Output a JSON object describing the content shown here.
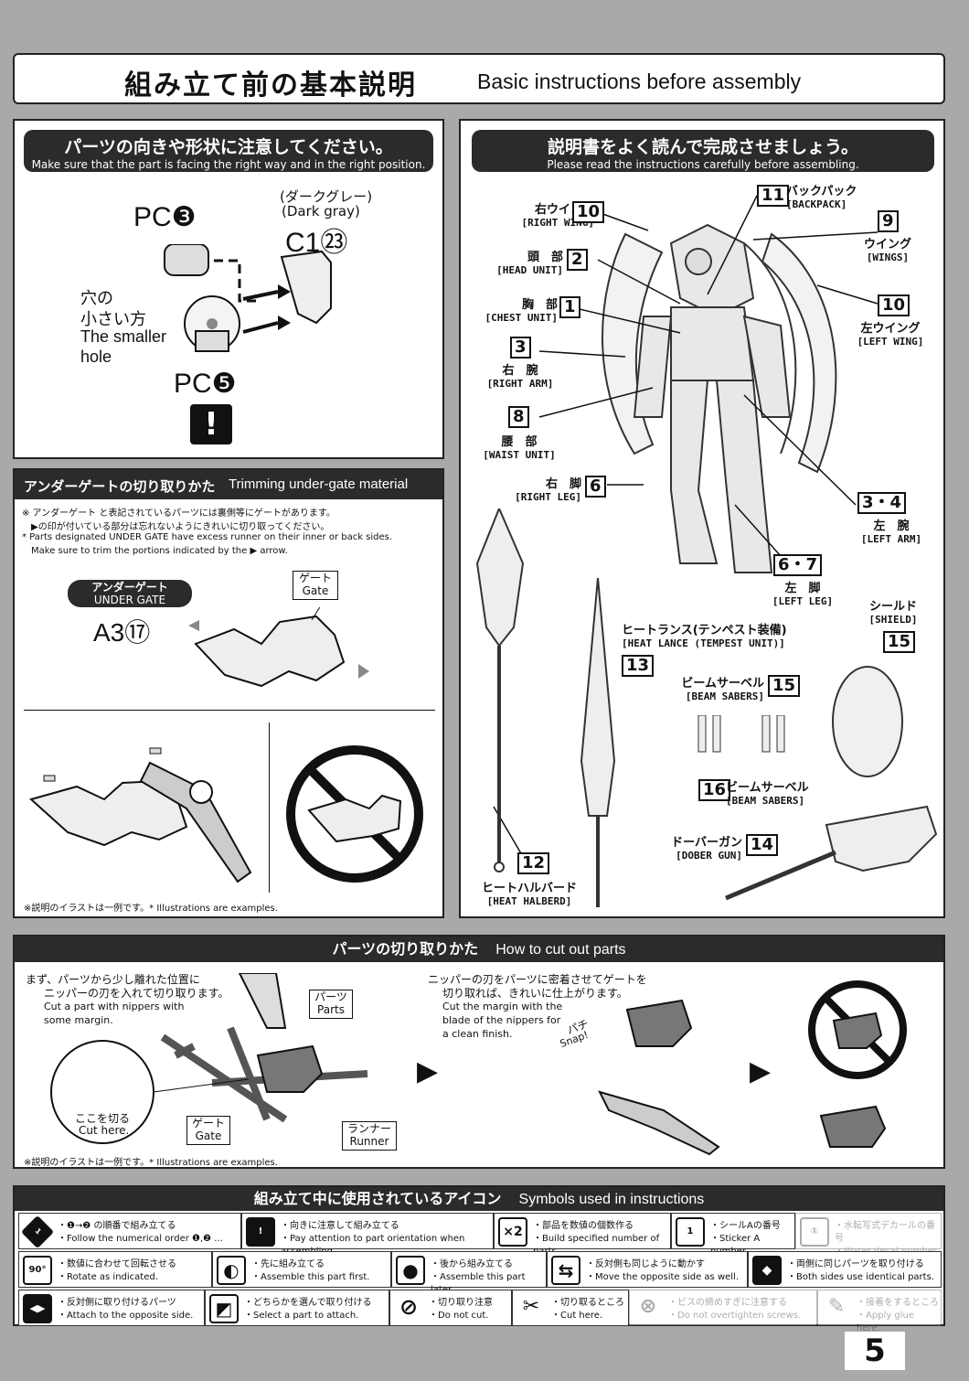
{
  "header": {
    "jp": "組み立て前の基本説明",
    "en": "Basic instructions before assembly"
  },
  "panel1": {
    "title_jp": "パーツの向きや形状に注意してください。",
    "title_en": "Make sure that the part is facing the right way and in the right position.",
    "pc3": "PC❸",
    "pc5": "PC❺",
    "dark_gray_jp": "(ダークグレー)",
    "dark_gray_en": "(Dark gray)",
    "c1": "C1㉓",
    "hole_jp1": "穴の",
    "hole_jp2": "小さい方",
    "hole_en1": "The smaller",
    "hole_en2": "hole",
    "warn": "!"
  },
  "panel2": {
    "title_jp": "アンダーゲートの切り取りかた",
    "title_en": "Trimming under-gate material",
    "note1": "※ アンダーゲート と表記されているパーツには裏側等にゲートがあります。",
    "note2": "▶の印が付いている部分は忘れないようにきれいに切り取ってください。",
    "note3": "* Parts designated UNDER GATE have excess runner on their inner or back sides.",
    "note4": "Make sure to trim the portions indicated by the ▶ arrow.",
    "ug_jp": "アンダーゲート",
    "ug_en": "UNDER GATE",
    "a3": "A3⑰",
    "gate_jp": "ゲート",
    "gate_en": "Gate",
    "footer": "※説明のイラストは一例です。* Illustrations are examples."
  },
  "panel3": {
    "title_jp": "説明書をよく読んで完成させましょう。",
    "title_en": "Please read the instructions carefully before assembling.",
    "labels": [
      {
        "num": "10",
        "jp": "右ウイング",
        "en": "[RIGHT WING]"
      },
      {
        "num": "2",
        "jp": "頭　部",
        "en": "[HEAD UNIT]"
      },
      {
        "num": "1",
        "jp": "胸　部",
        "en": "[CHEST UNIT]"
      },
      {
        "num": "3",
        "jp": "右　腕",
        "en": "[RIGHT ARM]"
      },
      {
        "num": "8",
        "jp": "腰　部",
        "en": "[WAIST UNIT]"
      },
      {
        "num": "6",
        "jp": "右　脚",
        "en": "[RIGHT LEG]"
      },
      {
        "num": "11",
        "jp": "バックパック",
        "en": "[BACKPACK]"
      },
      {
        "num": "9",
        "jp": "ウイング",
        "en": "[WINGS]"
      },
      {
        "num": "10",
        "jp": "左ウイング",
        "en": "[LEFT WING]"
      },
      {
        "num": "3・4",
        "jp": "左　腕",
        "en": "[LEFT ARM]"
      },
      {
        "num": "6・7",
        "jp": "左　脚",
        "en": "[LEFT LEG]"
      },
      {
        "num": "15",
        "jp": "シールド",
        "en": "[SHIELD]"
      },
      {
        "num": "13",
        "jp": "ヒートランス(テンペスト装備)",
        "en": "[HEAT LANCE (TEMPEST UNIT)]"
      },
      {
        "num": "15",
        "jp": "ビームサーベル",
        "en": "[BEAM SABERS]"
      },
      {
        "num": "16",
        "jp": "ビームサーベル",
        "en": "[BEAM SABERS]"
      },
      {
        "num": "14",
        "jp": "ドーバーガン",
        "en": "[DOBER GUN]"
      },
      {
        "num": "12",
        "jp": "ヒートハルバード",
        "en": "[HEAT HALBERD]"
      }
    ]
  },
  "panel4": {
    "title_jp": "パーツの切り取りかた",
    "title_en": "How to cut out parts",
    "step1_jp1": "まず、パーツから少し離れた位置に",
    "step1_jp2": "ニッパーの刃を入れて切り取ります。",
    "step1_en1": "Cut a part with nippers with",
    "step1_en2": "some margin.",
    "parts_jp": "パーツ",
    "parts_en": "Parts",
    "cut_jp": "ここを切る",
    "cut_en": "Cut here.",
    "gate_jp": "ゲート",
    "gate_en": "Gate",
    "runner_jp": "ランナー",
    "runner_en": "Runner",
    "step2_jp1": "ニッパーの刃をパーツに密着させてゲートを",
    "step2_jp2": "切り取れば、きれいに仕上がります。",
    "step2_en1": "Cut the margin with the",
    "step2_en2": "blade of the nippers for",
    "step2_en3": "a clean finish.",
    "snap_jp": "パチ",
    "snap_en": "Snap!",
    "footer": "※説明のイラストは一例です。* Illustrations are examples."
  },
  "symbols": {
    "title_jp": "組み立て中に使用されているアイコン",
    "title_en": "Symbols used in instructions",
    "items": [
      {
        "icon": "1",
        "jp": "・❶→❷ の順番で組み立てる",
        "en": "・Follow the numerical order ❶,❷ ..."
      },
      {
        "icon": "!",
        "jp": "・向きに注意して組み立てる",
        "en": "・Pay attention to part orientation when assembling."
      },
      {
        "icon": "×2",
        "jp": "・部品を数値の個数作る",
        "en": "・Build specified number of parts."
      },
      {
        "icon": "1",
        "jp": "・シールAの番号",
        "en": "・Sticker A number"
      },
      {
        "icon": "①",
        "jp": "・水転写式デカールの番号",
        "en": "・Water decal number"
      },
      {
        "icon": "90°",
        "jp": "・数値に合わせて回転させる",
        "en": "・Rotate as indicated."
      },
      {
        "icon": "◐",
        "jp": "・先に組み立てる",
        "en": "・Assemble this part first."
      },
      {
        "icon": "●",
        "jp": "・後から組み立てる",
        "en": "・Assemble this part later."
      },
      {
        "icon": "⇆",
        "jp": "・反対側も同じように動かす",
        "en": "・Move the opposite side as well."
      },
      {
        "icon": "◆",
        "jp": "・両側に同じパーツを取り付ける",
        "en": "・Both sides use identical parts."
      },
      {
        "icon": "◀▶",
        "jp": "・反対側に取り付けるパーツ",
        "en": "・Attach to the opposite side."
      },
      {
        "icon": "◩",
        "jp": "・どちらかを選んで取り付ける",
        "en": "・Select a part to attach."
      },
      {
        "icon": "⊘",
        "jp": "・切り取り注意",
        "en": "・Do not cut."
      },
      {
        "icon": "✂",
        "jp": "・切り取るところ",
        "en": "・Cut here."
      },
      {
        "icon": "⊗",
        "jp": "・ビスの締めすぎに注意する",
        "en": "・Do not overtighten screws."
      },
      {
        "icon": "✎",
        "jp": "・接着をするところ",
        "en": "・Apply glue here."
      }
    ]
  },
  "page_number": "5"
}
